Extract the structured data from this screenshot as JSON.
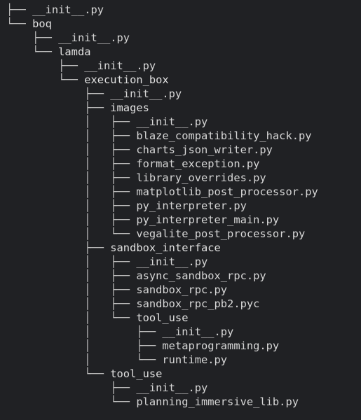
{
  "tree": {
    "lines": [
      {
        "prefix": "├── ",
        "name": "__init__.py",
        "type": "file"
      },
      {
        "prefix": "└── ",
        "name": "boq",
        "type": "folder"
      },
      {
        "prefix": "    ├── ",
        "name": "__init__.py",
        "type": "file"
      },
      {
        "prefix": "    └── ",
        "name": "lamda",
        "type": "folder"
      },
      {
        "prefix": "        ├── ",
        "name": "__init__.py",
        "type": "file"
      },
      {
        "prefix": "        └── ",
        "name": "execution_box",
        "type": "folder"
      },
      {
        "prefix": "            ├── ",
        "name": "__init__.py",
        "type": "file"
      },
      {
        "prefix": "            ├── ",
        "name": "images",
        "type": "folder"
      },
      {
        "prefix": "            │   ├── ",
        "name": "__init__.py",
        "type": "file"
      },
      {
        "prefix": "            │   ├── ",
        "name": "blaze_compatibility_hack.py",
        "type": "file"
      },
      {
        "prefix": "            │   ├── ",
        "name": "charts_json_writer.py",
        "type": "file"
      },
      {
        "prefix": "            │   ├── ",
        "name": "format_exception.py",
        "type": "file"
      },
      {
        "prefix": "            │   ├── ",
        "name": "library_overrides.py",
        "type": "file"
      },
      {
        "prefix": "            │   ├── ",
        "name": "matplotlib_post_processor.py",
        "type": "file"
      },
      {
        "prefix": "            │   ├── ",
        "name": "py_interpreter.py",
        "type": "file"
      },
      {
        "prefix": "            │   ├── ",
        "name": "py_interpreter_main.py",
        "type": "file"
      },
      {
        "prefix": "            │   └── ",
        "name": "vegalite_post_processor.py",
        "type": "file"
      },
      {
        "prefix": "            ├── ",
        "name": "sandbox_interface",
        "type": "folder"
      },
      {
        "prefix": "            │   ├── ",
        "name": "__init__.py",
        "type": "file"
      },
      {
        "prefix": "            │   ├── ",
        "name": "async_sandbox_rpc.py",
        "type": "file"
      },
      {
        "prefix": "            │   ├── ",
        "name": "sandbox_rpc.py",
        "type": "file"
      },
      {
        "prefix": "            │   ├── ",
        "name": "sandbox_rpc_pb2.pyc",
        "type": "file"
      },
      {
        "prefix": "            │   └── ",
        "name": "tool_use",
        "type": "folder"
      },
      {
        "prefix": "            │       ├── ",
        "name": "__init__.py",
        "type": "file"
      },
      {
        "prefix": "            │       ├── ",
        "name": "metaprogramming.py",
        "type": "file"
      },
      {
        "prefix": "            │       └── ",
        "name": "runtime.py",
        "type": "file"
      },
      {
        "prefix": "            └── ",
        "name": "tool_use",
        "type": "folder"
      },
      {
        "prefix": "                ├── ",
        "name": "__init__.py",
        "type": "file"
      },
      {
        "prefix": "                └── ",
        "name": "planning_immersive_lib.py",
        "type": "file"
      }
    ]
  },
  "colors": {
    "background": "#202124",
    "text": "#d6d6d6",
    "branch": "#bdbdbd"
  }
}
